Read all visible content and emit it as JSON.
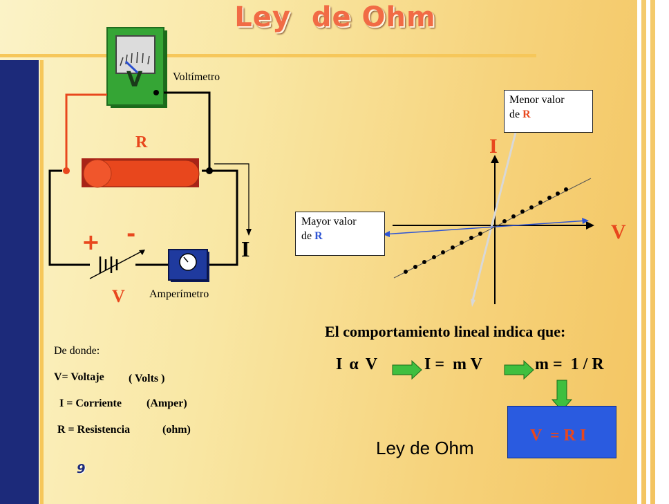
{
  "title": "Ley  de Ohm",
  "circuit": {
    "voltmeter_letter": "V",
    "voltmeter_label": "Voltímetro",
    "resistor_label": "R",
    "current_label": "I",
    "battery_plus": "+",
    "battery_minus": "-",
    "voltage_label": "V",
    "ammeter_label": "Amperímetro"
  },
  "graph": {
    "y_axis_label": "I",
    "x_axis_label": "V",
    "less_r_line1": "Menor valor",
    "less_r_line2_prefix": "de ",
    "less_r_line2_r": "R",
    "more_r_line1": "Mayor valor",
    "more_r_line2_prefix": "de ",
    "more_r_line2_r": "R"
  },
  "linear_statement": "El comportamiento lineal indica que:",
  "relations": {
    "proportional_left": "I",
    "proportional_symbol": "α",
    "proportional_right": "V",
    "equation": "I =  m V",
    "slope": "m =  1 / R"
  },
  "result_box": "V  = R I",
  "law_label": "Ley de Ohm",
  "definitions": {
    "heading": "De donde:",
    "voltage": "V= Voltaje",
    "voltage_unit": "( Volts )",
    "current": "I = Corriente",
    "current_unit": "(Amper)",
    "resistance": "R = Resistencia",
    "resistance_unit": "(ohm)"
  },
  "page_number": "9",
  "colors": {
    "accent_red": "#e8471d",
    "navy_bar": "#1c2a7a",
    "green_arrow": "#3fbf3f",
    "blue_r": "#2f55d4"
  }
}
